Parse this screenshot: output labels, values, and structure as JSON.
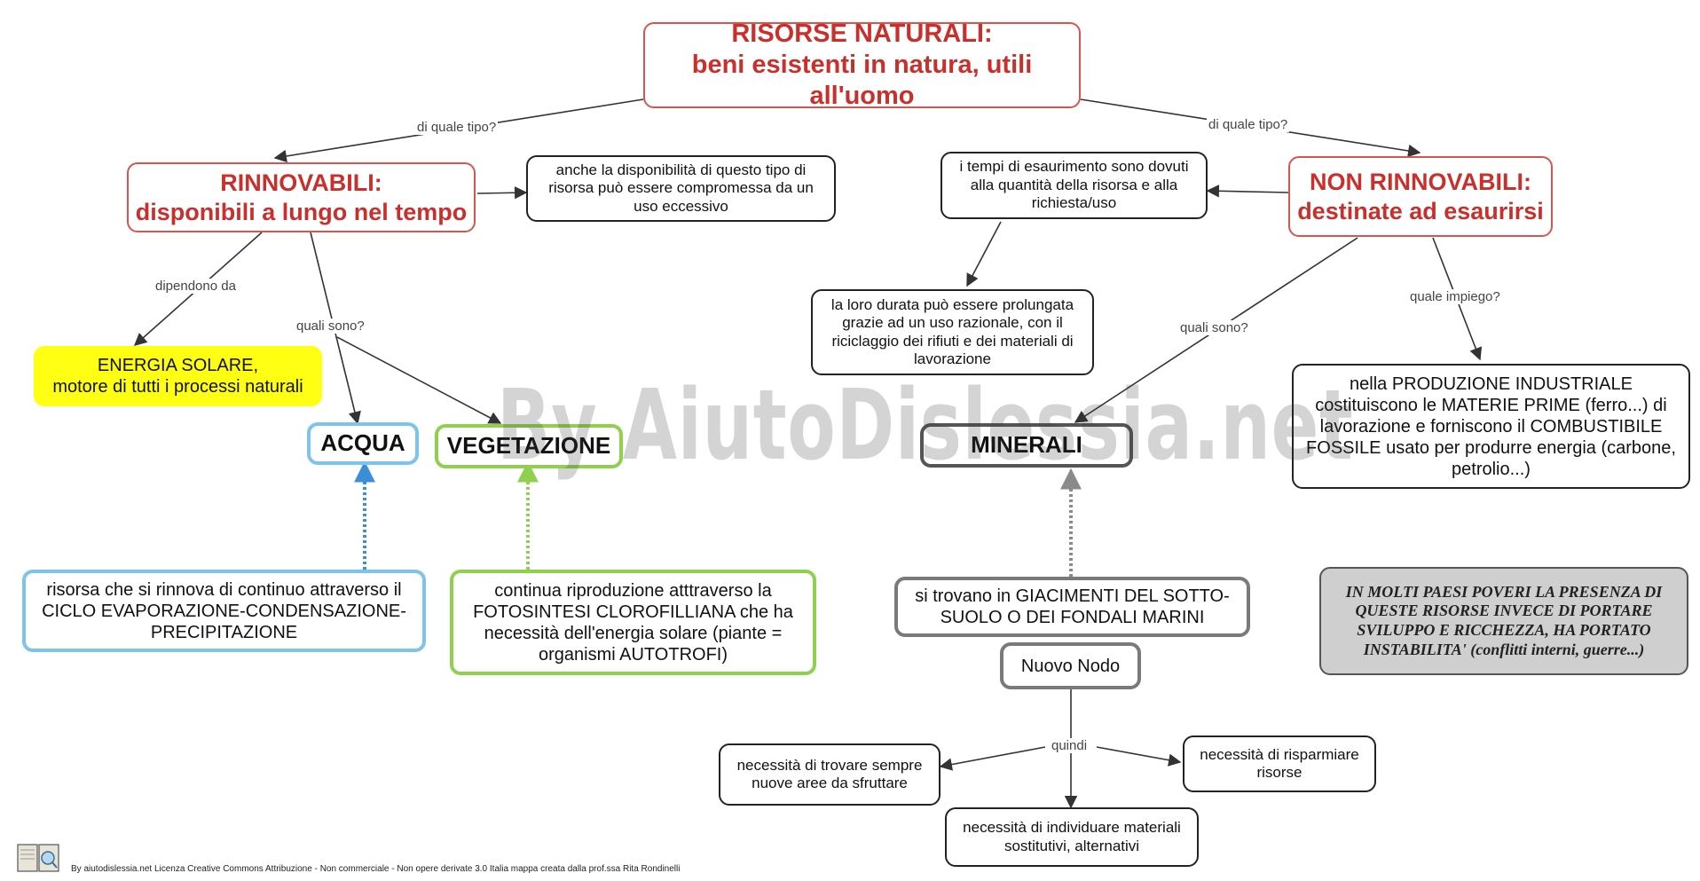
{
  "nodes": {
    "root_line1": "RISORSE NATURALI:",
    "root_line2": "beni esistenti in natura, utili all'uomo",
    "rinnovabili_line1": "RINNOVABILI:",
    "rinnovabili_line2": "disponibili a lungo nel tempo",
    "non_rinnovabili_line1": "NON RINNOVABILI:",
    "non_rinnovabili_line2": "destinate ad esaurirsi",
    "note_rinnovabili": "anche la disponibilità di questo tipo di risorsa può essere compromessa da un uso eccessivo",
    "note_esaurimento": "i tempi di esaurimento sono dovuti alla quantità della risorsa e alla richiesta/uso",
    "note_durata": "la loro durata può essere prolungata grazie ad un uso razionale, con il riciclaggio dei rifiuti e dei materiali di lavorazione",
    "energia_line1": "ENERGIA SOLARE,",
    "energia_line2": "motore di tutti i processi naturali",
    "acqua": "ACQUA",
    "vegetazione": "VEGETAZIONE",
    "minerali": "MINERALI",
    "produzione": "nella PRODUZIONE INDUSTRIALE costituiscono le MATERIE PRIME (ferro...) di lavorazione e forniscono il COMBUSTIBILE FOSSILE usato per produrre energia (carbone, petrolio...)",
    "acqua_desc": "risorsa che si rinnova di continuo attraverso il CICLO EVAPORAZIONE-CONDENSAZIONE-PRECIPITAZIONE",
    "vegetazione_desc": "continua riproduzione atttraverso la FOTOSINTESI CLOROFILLIANA che ha necessità dell'energia solare (piante = organismi AUTOTROFI)",
    "minerali_desc": "si trovano in GIACIMENTI DEL SOTTO-SUOLO O DEI FONDALI MARINI",
    "nuovo_nodo": "Nuovo Nodo",
    "aree": "necessità di trovare sempre nuove aree da sfruttare",
    "risparmiare": "necessità di risparmiare risorse",
    "materiali": "necessità di individuare materiali sostitutivi, alternativi",
    "paesi_poveri": "IN MOLTI PAESI POVERI LA PRESENZA DI QUESTE RISORSE INVECE DI PORTARE SVILUPPO E RICCHEZZA, HA PORTATO INSTABILITA' (conflitti interni, guerre...)"
  },
  "links": {
    "di_quale_tipo_left": "di quale tipo?",
    "di_quale_tipo_right": "di quale tipo?",
    "dipendono_da": "dipendono da",
    "quali_sono_left": "quali sono?",
    "quali_sono_right": "quali sono?",
    "quale_impiego": "quale impiego?",
    "quindi": "quindi"
  },
  "watermark": "By AiutoDislessia.net",
  "footer": "By aiutodislessia.net Licenza Creative Commons Attribuzione - Non commerciale - Non opere derivate 3.0 Italia mappa creata dalla prof.ssa Rita Rondinelli",
  "colors": {
    "red_border": "#d9534f",
    "red_text": "#c9302c",
    "blue": "#7ec3ea",
    "green": "#8fd14f",
    "grey": "#7a7a7a",
    "yellow": "#ffff14"
  }
}
